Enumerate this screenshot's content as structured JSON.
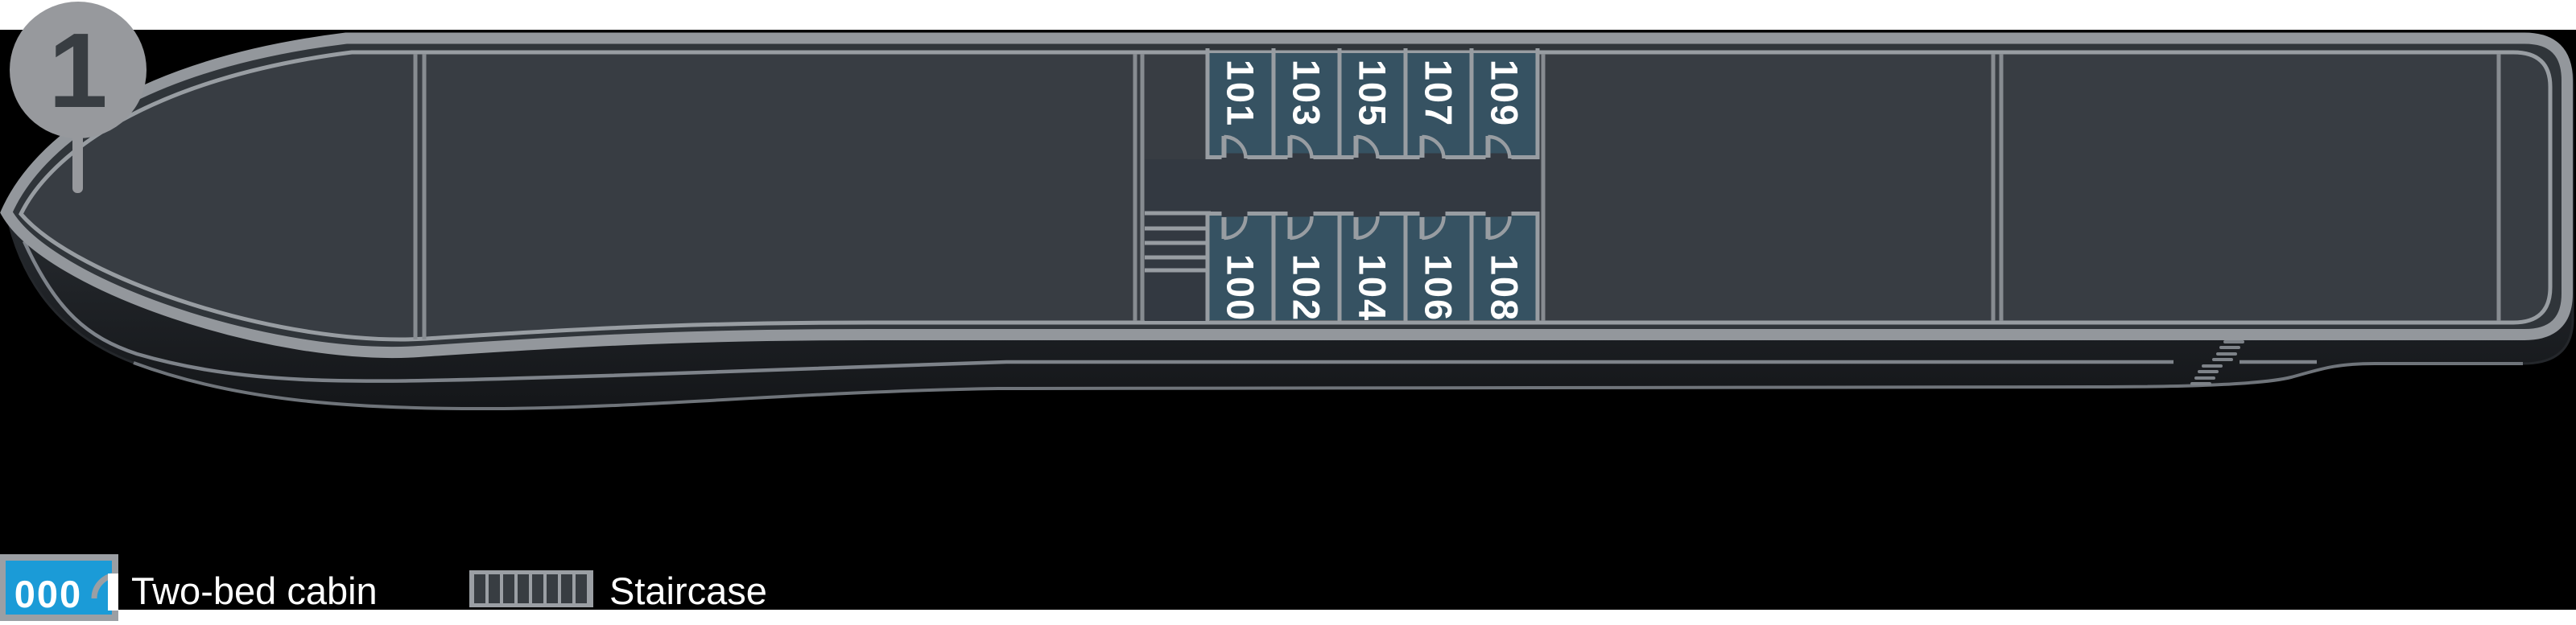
{
  "deck": {
    "number": "1"
  },
  "cabins": {
    "top": [
      "101",
      "103",
      "105",
      "107",
      "109"
    ],
    "bottom": [
      "100",
      "102",
      "104",
      "106",
      "108"
    ]
  },
  "legend": {
    "cabin_code": "000",
    "cabin_label": "Two-bed cabin",
    "staircase_label": "Staircase"
  },
  "colors": {
    "cabin_fill": "#365262",
    "cabin_number": "#ffffff",
    "cabin_border": "#989da2",
    "legend_cabin_fill": "#1b9bd7",
    "legend_gray": "#9b9fa4",
    "legend_bar_dark": "#383d42",
    "deck_fill": "#383d43",
    "corridor_fill": "#333941",
    "line_gray": "#93979c",
    "wall_gray": "#878c91",
    "pin_gray": "#97999d",
    "pin_digit": "#383d42",
    "hull_edge": "#71767c",
    "white_band": "#ffffff"
  }
}
